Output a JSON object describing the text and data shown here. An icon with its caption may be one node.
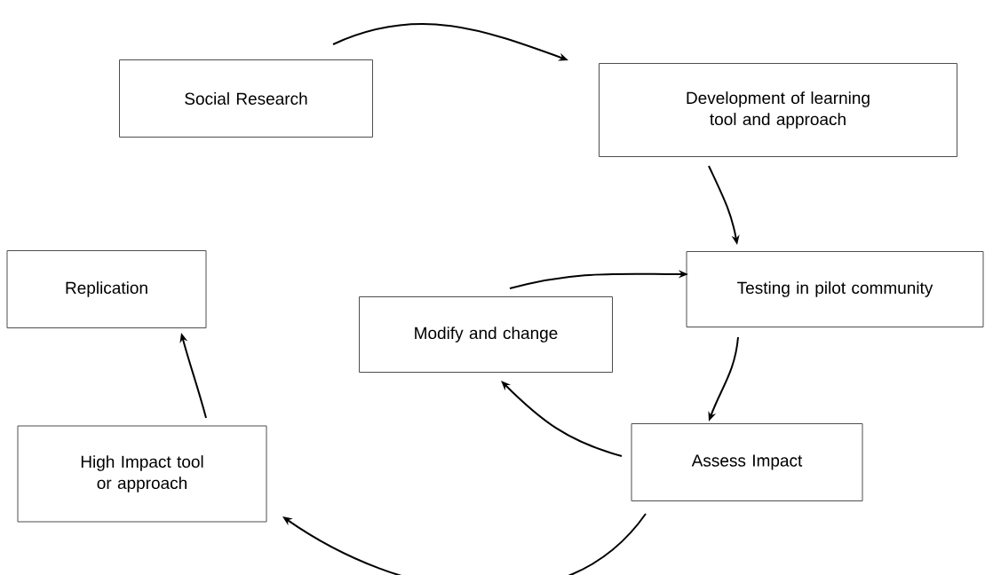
{
  "diagram": {
    "nodes": [
      {
        "text": [
          "Social Research"
        ]
      },
      {
        "text": [
          "Development of learning tool and approach"
        ]
      },
      {
        "text": [
          "Replication"
        ]
      },
      {
        "text": [
          "Testing in pilot community"
        ]
      },
      {
        "text": [
          "Modify and change"
        ]
      },
      {
        "text": [
          "High Impact tool or approach"
        ]
      },
      {
        "text": [
          "Assess Impact"
        ]
      }
    ],
    "edges": [
      {
        "from": 0,
        "to": 1,
        "arrow": "to"
      },
      {
        "from": 1,
        "to": 3,
        "arrow": "to"
      },
      {
        "from": 3,
        "to": 6,
        "arrow": "to"
      },
      {
        "from": 4,
        "to": 3,
        "arrow": "to"
      },
      {
        "from": 6,
        "to": 4,
        "arrow": "to"
      },
      {
        "from": 6,
        "to": 5,
        "arrow": "to"
      },
      {
        "from": 5,
        "to": 2,
        "arrow": "to"
      }
    ]
  }
}
